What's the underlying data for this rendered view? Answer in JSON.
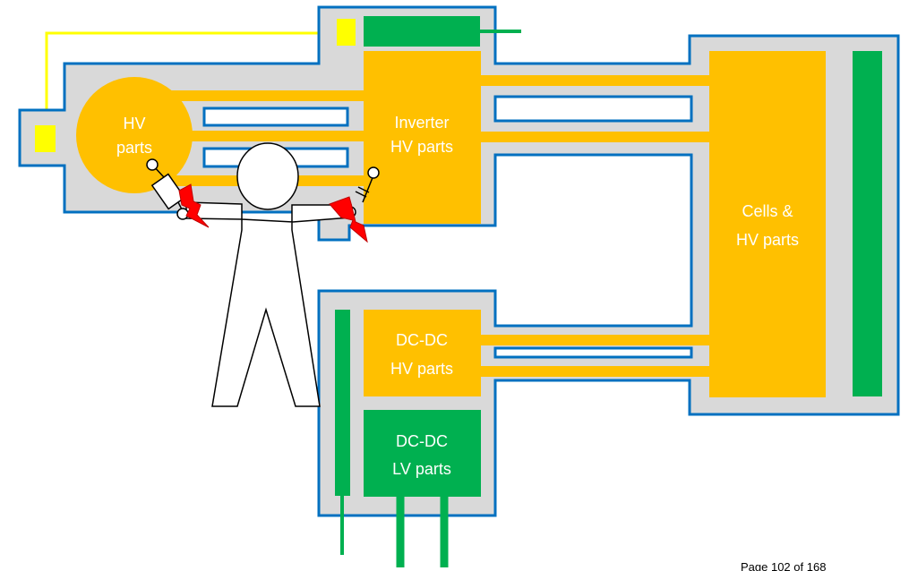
{
  "labels": {
    "hv_parts_line1": "HV",
    "hv_parts_line2": "parts",
    "inverter_line1": "Inverter",
    "inverter_line2": "HV parts",
    "cells_line1": "Cells &",
    "cells_line2": "HV parts",
    "dcdc_hv_line1": "DC-DC",
    "dcdc_hv_line2": "HV parts",
    "dcdc_lv_line1": "DC-DC",
    "dcdc_lv_line2": "LV parts"
  },
  "footer": {
    "page_number": "Page 102 of 168"
  },
  "colors": {
    "housing_fill": "#d9d9d9",
    "housing_border": "#0070c0",
    "hv_orange": "#ffc000",
    "lv_green": "#00b050",
    "connector_yellow": "#ffff00",
    "shock_red": "#ff0000"
  }
}
